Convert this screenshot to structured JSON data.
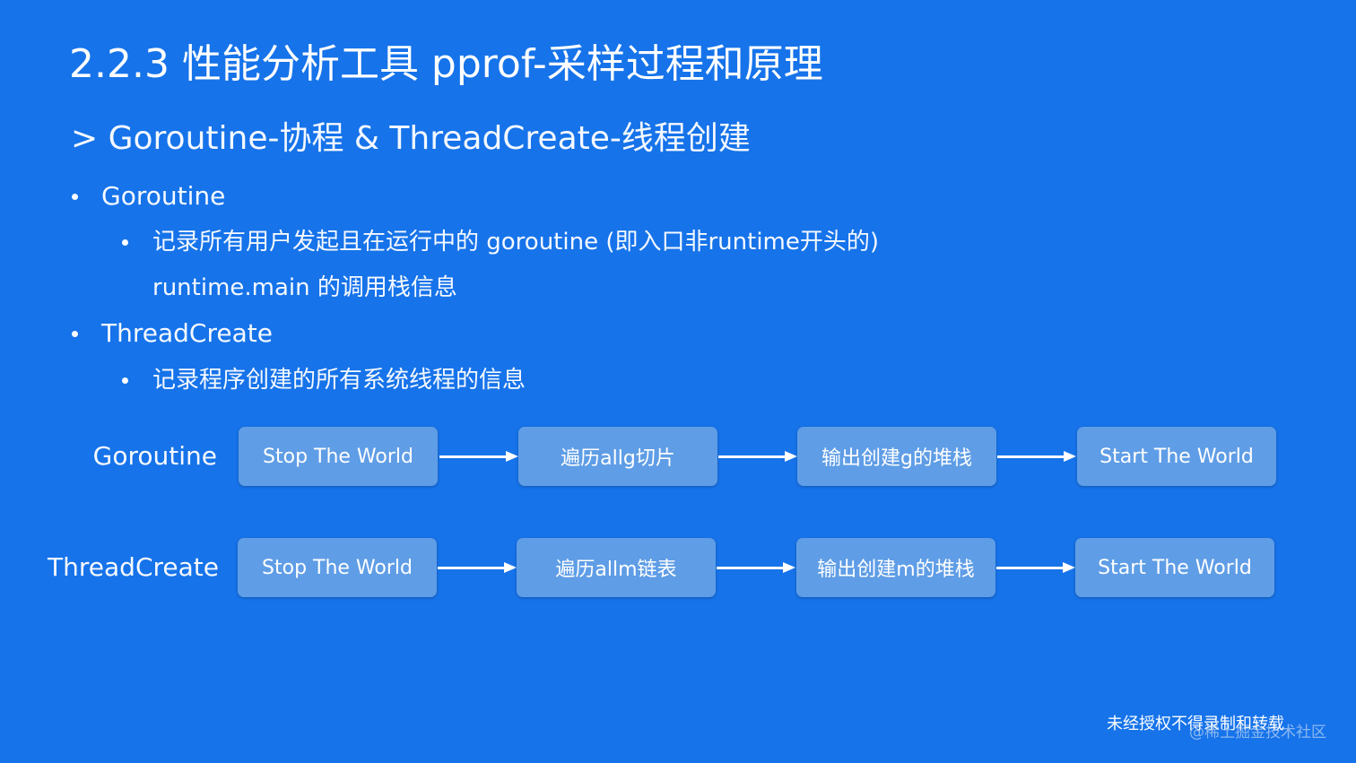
{
  "slide": {
    "title": "2.2.3 性能分析工具 pprof-采样过程和原理",
    "subtitle": "> Goroutine-协程 & ThreadCreate-线程创建"
  },
  "bullets": [
    {
      "label": "Goroutine",
      "sub": [
        "记录所有用户发起且在运行中的 goroutine (即入口非runtime开头的)",
        "runtime.main 的调用栈信息"
      ]
    },
    {
      "label": "ThreadCreate",
      "sub": [
        "记录程序创建的所有系统线程的信息"
      ]
    }
  ],
  "flows": [
    {
      "label": "Goroutine",
      "steps": [
        "Stop The World",
        "遍历allg切片",
        "输出创建g的堆栈",
        "Start The World"
      ]
    },
    {
      "label": "ThreadCreate",
      "steps": [
        "Stop The World",
        "遍历allm链表",
        "输出创建m的堆栈",
        "Start The World"
      ]
    }
  ],
  "footer": {
    "notice": "未经授权不得录制和转载",
    "source": "@稀土掘金技术社区"
  },
  "colors": {
    "background": "#1673ea",
    "box": "#5f9de6",
    "text": "#ffffff"
  }
}
